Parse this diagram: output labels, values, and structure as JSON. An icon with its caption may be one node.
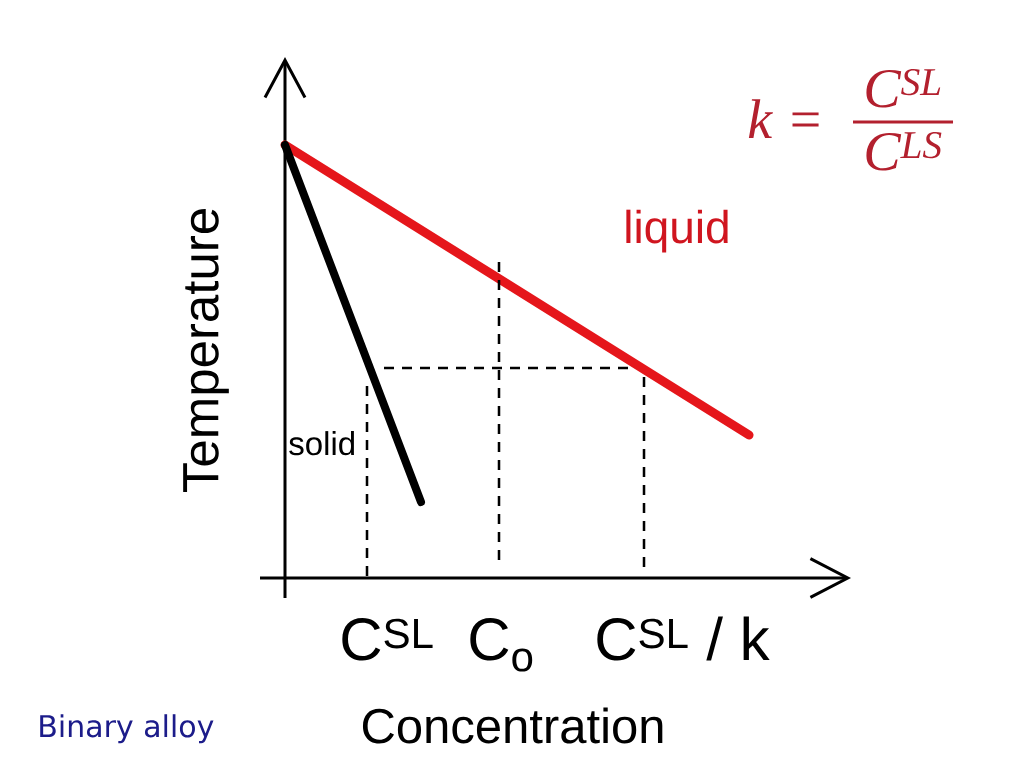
{
  "diagram": {
    "caption": "Binary alloy",
    "labels": [
      "k =",
      "C$^{SL}$",
      "C$^{LS}$",
      "liquid",
      "Temperature",
      "solid",
      "C$^{SL}$",
      "C$_{o}$",
      "C$^{SL}$ / k",
      "Concentration"
    ]
  }
}
